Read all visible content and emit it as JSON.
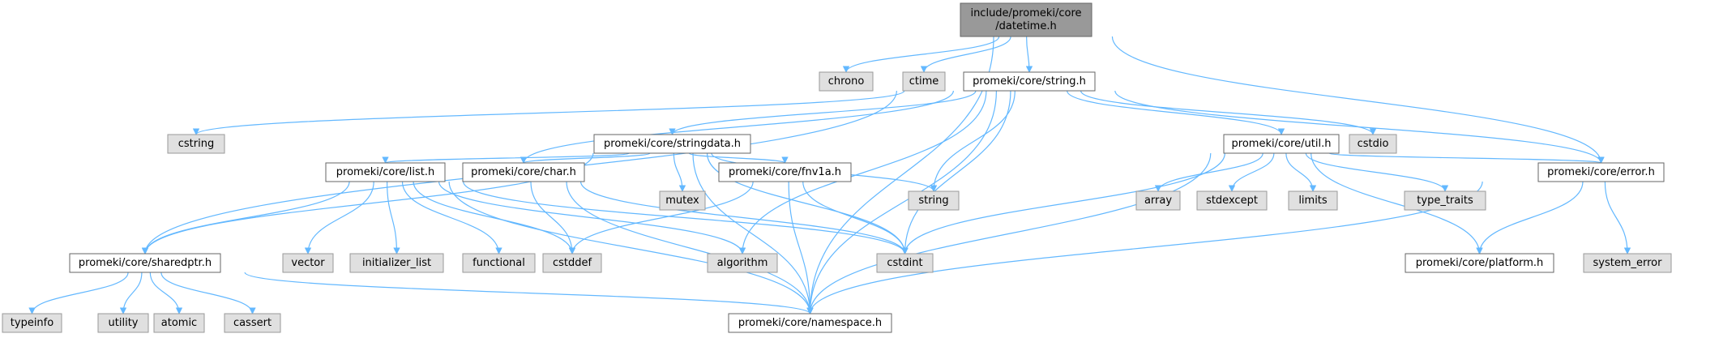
{
  "title": "include/promeki/core/datetime.h dependency graph",
  "colors": {
    "edge": "#63b8ff",
    "root_fill": "#999999",
    "root_border": "#666666",
    "internal_fill": "#ffffff",
    "internal_border": "#666666",
    "external_fill": "#e0e0e0",
    "external_border": "#999999"
  },
  "nodes": {
    "datetime": {
      "label": "include/promeki/core\n/datetime.h",
      "kind": "root"
    },
    "chrono": {
      "label": "chrono",
      "kind": "external"
    },
    "ctime": {
      "label": "ctime",
      "kind": "external"
    },
    "string_h": {
      "label": "promeki/core/string.h",
      "kind": "internal"
    },
    "cstring": {
      "label": "cstring",
      "kind": "external"
    },
    "stringdata": {
      "label": "promeki/core/stringdata.h",
      "kind": "internal"
    },
    "util": {
      "label": "promeki/core/util.h",
      "kind": "internal"
    },
    "cstdio": {
      "label": "cstdio",
      "kind": "external"
    },
    "list": {
      "label": "promeki/core/list.h",
      "kind": "internal"
    },
    "char": {
      "label": "promeki/core/char.h",
      "kind": "internal"
    },
    "mutex": {
      "label": "mutex",
      "kind": "external"
    },
    "fnv1a": {
      "label": "promeki/core/fnv1a.h",
      "kind": "internal"
    },
    "string": {
      "label": "string",
      "kind": "external"
    },
    "array": {
      "label": "array",
      "kind": "external"
    },
    "stdexcept": {
      "label": "stdexcept",
      "kind": "external"
    },
    "limits": {
      "label": "limits",
      "kind": "external"
    },
    "type_traits": {
      "label": "type_traits",
      "kind": "external"
    },
    "error": {
      "label": "promeki/core/error.h",
      "kind": "internal"
    },
    "sharedptr": {
      "label": "promeki/core/sharedptr.h",
      "kind": "internal"
    },
    "vector": {
      "label": "vector",
      "kind": "external"
    },
    "initializer_list": {
      "label": "initializer_list",
      "kind": "external"
    },
    "functional": {
      "label": "functional",
      "kind": "external"
    },
    "cstddef": {
      "label": "cstddef",
      "kind": "external"
    },
    "algorithm": {
      "label": "algorithm",
      "kind": "external"
    },
    "cstdint": {
      "label": "cstdint",
      "kind": "external"
    },
    "platform": {
      "label": "promeki/core/platform.h",
      "kind": "internal"
    },
    "system_error": {
      "label": "system_error",
      "kind": "external"
    },
    "typeinfo": {
      "label": "typeinfo",
      "kind": "external"
    },
    "utility": {
      "label": "utility",
      "kind": "external"
    },
    "atomic": {
      "label": "atomic",
      "kind": "external"
    },
    "cassert": {
      "label": "cassert",
      "kind": "external"
    },
    "namespace": {
      "label": "promeki/core/namespace.h",
      "kind": "internal"
    }
  },
  "edges": [
    [
      "datetime",
      "chrono"
    ],
    [
      "datetime",
      "ctime"
    ],
    [
      "datetime",
      "string_h"
    ],
    [
      "datetime",
      "error"
    ],
    [
      "datetime",
      "namespace"
    ],
    [
      "string_h",
      "cstring"
    ],
    [
      "string_h",
      "stringdata"
    ],
    [
      "string_h",
      "util"
    ],
    [
      "string_h",
      "cstdio"
    ],
    [
      "string_h",
      "char"
    ],
    [
      "string_h",
      "string"
    ],
    [
      "string_h",
      "sharedptr"
    ],
    [
      "string_h",
      "algorithm"
    ],
    [
      "string_h",
      "cstdint"
    ],
    [
      "string_h",
      "namespace"
    ],
    [
      "string_h",
      "error"
    ],
    [
      "stringdata",
      "list"
    ],
    [
      "stringdata",
      "char"
    ],
    [
      "stringdata",
      "mutex"
    ],
    [
      "stringdata",
      "fnv1a"
    ],
    [
      "stringdata",
      "string"
    ],
    [
      "stringdata",
      "cstdint"
    ],
    [
      "stringdata",
      "sharedptr"
    ],
    [
      "stringdata",
      "namespace"
    ],
    [
      "util",
      "array"
    ],
    [
      "util",
      "stdexcept"
    ],
    [
      "util",
      "limits"
    ],
    [
      "util",
      "type_traits"
    ],
    [
      "util",
      "error"
    ],
    [
      "util",
      "platform"
    ],
    [
      "util",
      "cstdint"
    ],
    [
      "util",
      "namespace"
    ],
    [
      "list",
      "vector"
    ],
    [
      "list",
      "initializer_list"
    ],
    [
      "list",
      "functional"
    ],
    [
      "list",
      "cstddef"
    ],
    [
      "list",
      "algorithm"
    ],
    [
      "list",
      "sharedptr"
    ],
    [
      "list",
      "namespace"
    ],
    [
      "list",
      "cstdint"
    ],
    [
      "char",
      "cstddef"
    ],
    [
      "char",
      "cstdint"
    ],
    [
      "char",
      "namespace"
    ],
    [
      "fnv1a",
      "cstddef"
    ],
    [
      "fnv1a",
      "cstdint"
    ],
    [
      "fnv1a",
      "namespace"
    ],
    [
      "error",
      "platform"
    ],
    [
      "error",
      "system_error"
    ],
    [
      "error",
      "namespace"
    ],
    [
      "sharedptr",
      "typeinfo"
    ],
    [
      "sharedptr",
      "utility"
    ],
    [
      "sharedptr",
      "atomic"
    ],
    [
      "sharedptr",
      "cassert"
    ],
    [
      "sharedptr",
      "namespace"
    ]
  ]
}
